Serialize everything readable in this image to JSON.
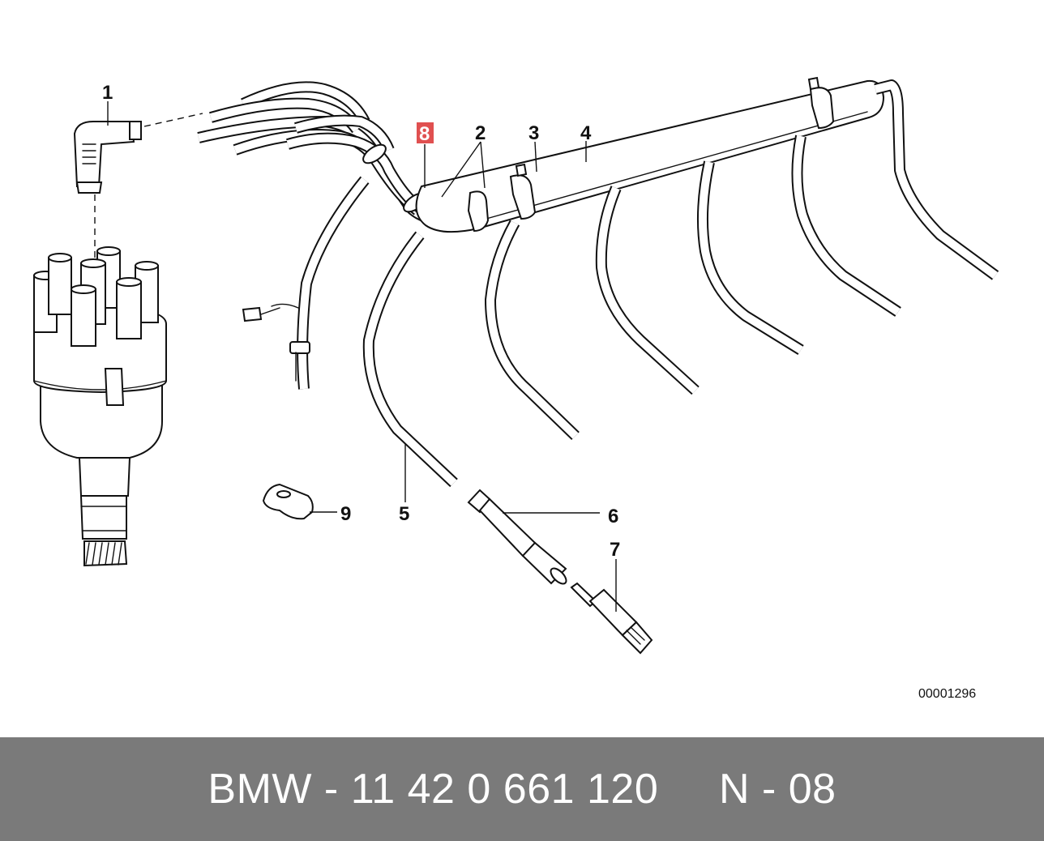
{
  "diagram": {
    "callouts": {
      "c1": "1",
      "c2": "2",
      "c3": "3",
      "c4": "4",
      "c5": "5",
      "c6": "6",
      "c7": "7",
      "c8": "8",
      "c9": "9"
    },
    "highlighted_callout": "8",
    "highlight_color": "#e05050",
    "reference_code": "00001296"
  },
  "footer": {
    "text": "BMW - 11 42 0 661 120     N - 08",
    "background": "#7a7a7a",
    "color": "#ffffff"
  }
}
